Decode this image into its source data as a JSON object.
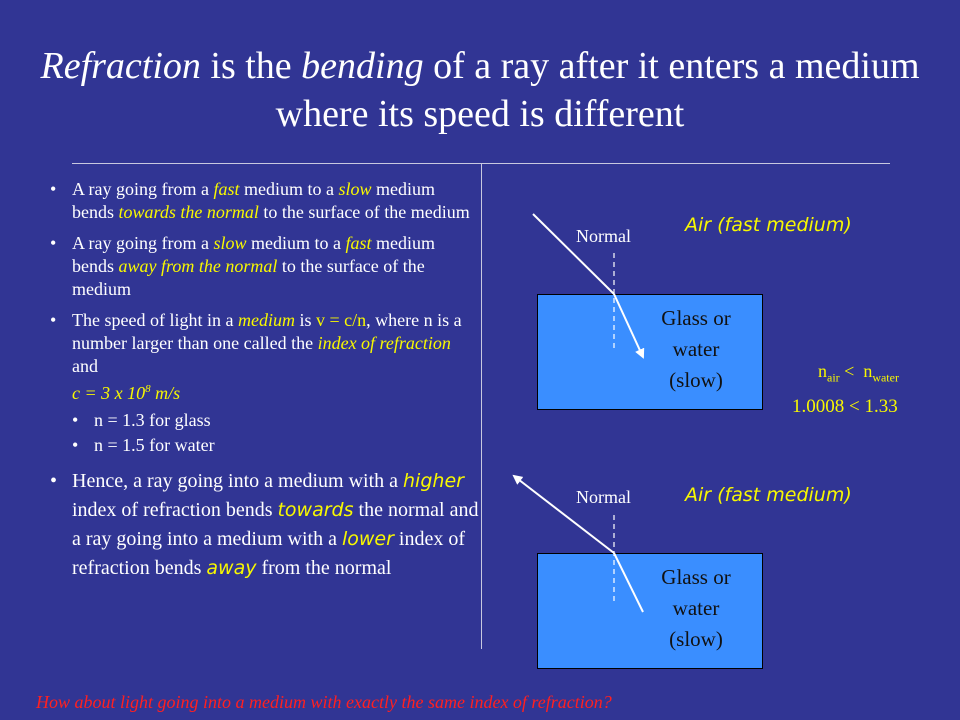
{
  "title": {
    "word1": "Refraction",
    "part1": " is the ",
    "word2": "bending",
    "part2": " of a ray after it enters a medium where its speed is different"
  },
  "bullets": {
    "b1": {
      "t1": "A ray going from a ",
      "e1": "fast",
      "t2": " medium to a ",
      "e2": "slow",
      "t3": " medium bends ",
      "e3": "towards the normal",
      "t4": " to the surface of the medium"
    },
    "b2": {
      "t1": "A ray going from a ",
      "e1": "slow",
      "t2": " medium to a ",
      "e2": "fast",
      "t3": "  medium bends ",
      "e3": "away from the normal",
      "t4": " to the surface of the medium"
    },
    "b3": {
      "t1": "The speed of light in a ",
      "e1": "medium",
      "t2": " is ",
      "e2": "v = c/n",
      "t3": ", where n is a number larger than one called the ",
      "e3": "index of refraction",
      "t4": " and",
      "c_pre": "c  = 3 x 10",
      "c_exp": "8",
      "c_post": " m/s"
    },
    "sub1": "n =  1.3 for glass",
    "sub2": "n =   1.5 for water",
    "b4": {
      "t1": "Hence, a ray going into a medium with a ",
      "e1": "higher",
      "t2": " index of refraction bends ",
      "e2": "towards",
      "t3": " the normal and a ray going into a medium with a ",
      "e3": "lower",
      "t4": " index of refraction bends ",
      "e4": "away",
      "t5": " from the normal"
    }
  },
  "diagram1": {
    "normal_label": "Normal",
    "air_label": "Air (fast medium)",
    "box_line1": "Glass or",
    "box_line2": "water",
    "box_line3": "(slow)"
  },
  "diagram2": {
    "normal_label": "Normal",
    "air_label": "Air (fast medium)",
    "box_line1": "Glass or",
    "box_line2": "water",
    "box_line3": "(slow)"
  },
  "comparison": {
    "n1": "n",
    "n1_sub": "air",
    "op": " <  ",
    "n2": "n",
    "n2_sub": "water",
    "values": "1.0008 < 1.33"
  },
  "bottom_question": "How about light going into a medium with exactly the same index of refraction?",
  "colors": {
    "background": "#313594",
    "highlight": "#f8f800",
    "box": "#3a8eff",
    "question": "#ff2020"
  }
}
